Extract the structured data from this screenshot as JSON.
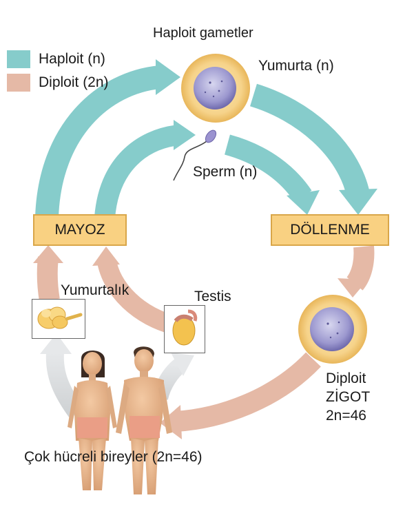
{
  "legend": {
    "haploid_label": "Haploit (n)",
    "diploid_label": "Diploit (2n)",
    "haploid_color": "#86cccb",
    "diploid_color": "#e5b9a6"
  },
  "labels": {
    "gametes": "Haploit gametler",
    "egg": "Yumurta (n)",
    "sperm": "Sperm (n)",
    "ovary": "Yumurtalık",
    "testis": "Testis",
    "zygote_line1": "Diploit",
    "zygote_line2": "ZİGOT",
    "zygote_line3": "2n=46",
    "organisms": "Çok hücreli bireyler (2n=46)"
  },
  "boxes": {
    "meiosis": "MAYOZ",
    "fertilization": "DÖLLENME"
  }
}
